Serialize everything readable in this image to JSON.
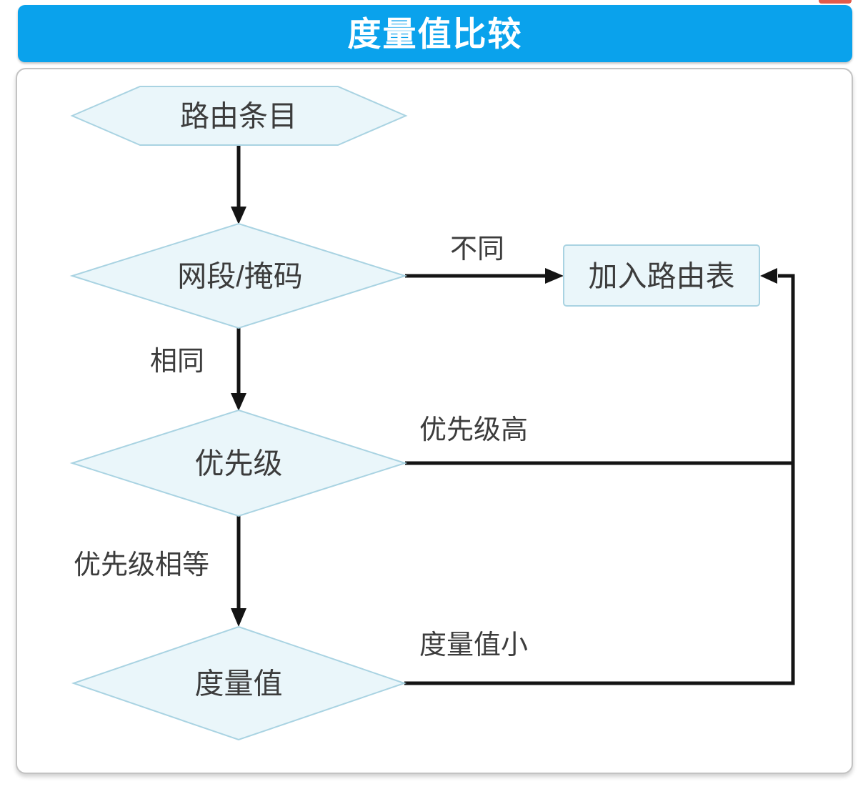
{
  "header": {
    "title": "度量值比较",
    "bar_color": "#0aa2ec",
    "title_color": "#ffffff"
  },
  "decorations": {
    "top_right_fragment_color": "#e25a4a"
  },
  "diagram": {
    "colors": {
      "node_fill": "#eaf6fa",
      "node_border": "#a9d3e2",
      "connector": "#141414",
      "label_text": "#3c3c3c"
    },
    "nodes": [
      {
        "id": "start",
        "type": "hexagon",
        "label": "路由条目"
      },
      {
        "id": "check-network-mask",
        "type": "decision",
        "label": "网段/掩码"
      },
      {
        "id": "check-priority",
        "type": "decision",
        "label": "优先级"
      },
      {
        "id": "check-metric",
        "type": "decision",
        "label": "度量值"
      },
      {
        "id": "add-route",
        "type": "process",
        "label": "加入路由表"
      }
    ],
    "edges": [
      {
        "from": "start",
        "to": "check-network-mask",
        "label": ""
      },
      {
        "from": "check-network-mask",
        "to": "add-route",
        "label": "不同"
      },
      {
        "from": "check-network-mask",
        "to": "check-priority",
        "label": "相同"
      },
      {
        "from": "check-priority",
        "to": "add-route",
        "label": "优先级高"
      },
      {
        "from": "check-priority",
        "to": "check-metric",
        "label": "优先级相等"
      },
      {
        "from": "check-metric",
        "to": "add-route",
        "label": "度量值小"
      }
    ]
  }
}
